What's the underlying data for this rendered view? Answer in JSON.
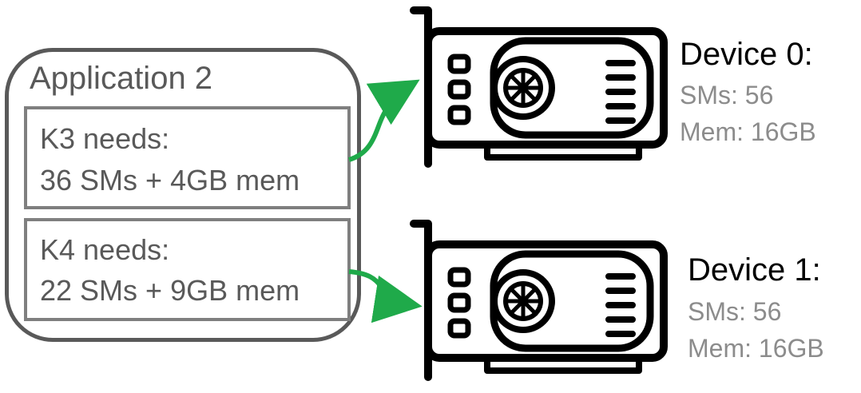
{
  "application": {
    "title": "Application 2",
    "kernels": [
      {
        "line1": "K3 needs:",
        "line2": "36 SMs + 4GB mem"
      },
      {
        "line1": "K4 needs:",
        "line2": "22 SMs + 9GB mem"
      }
    ]
  },
  "devices": [
    {
      "title": "Device 0:",
      "sms": "SMs: 56",
      "mem": "Mem: 16GB"
    },
    {
      "title": "Device 1:",
      "sms": "SMs: 56",
      "mem": "Mem: 16GB"
    }
  ],
  "colors": {
    "arrow": "#1faa4a",
    "box_border": "#595959",
    "kernel_border": "#7f7f7f",
    "stat_text": "#8c8c8c"
  },
  "icons": {
    "device": "gpu-card-icon",
    "assignment": "arrow-icon"
  }
}
